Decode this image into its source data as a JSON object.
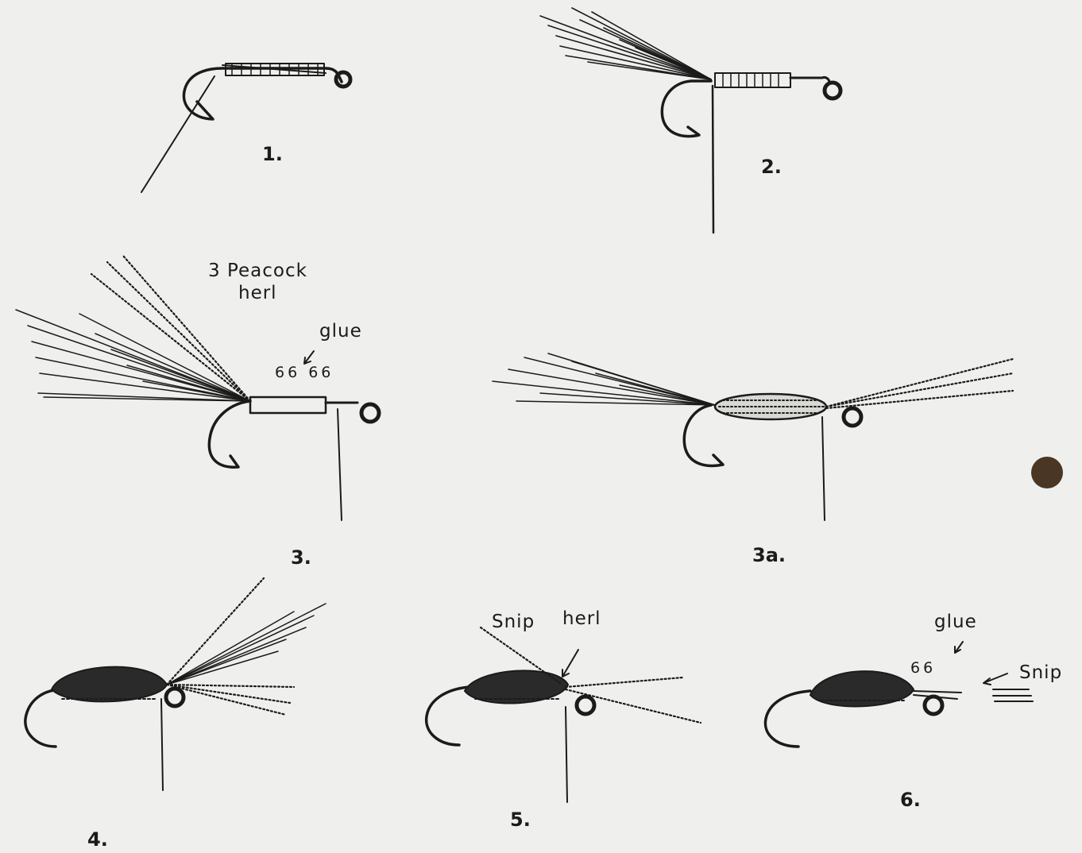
{
  "steps": [
    {
      "id": "1",
      "label": "1."
    },
    {
      "id": "2",
      "label": "2."
    },
    {
      "id": "3",
      "label": "3."
    },
    {
      "id": "3a",
      "label": "3a."
    },
    {
      "id": "4",
      "label": "4."
    },
    {
      "id": "5",
      "label": "5."
    },
    {
      "id": "6",
      "label": "6."
    }
  ],
  "annotations": {
    "peacock_line1": "3 Peacock",
    "peacock_line2": "herl",
    "glue_step3": "glue",
    "glue_drops_step3": "66 66",
    "snip_step5": "Snip",
    "herl_step5": "herl",
    "glue_step6": "glue",
    "glue_drops_step6": "66",
    "snip_step6": "Snip"
  },
  "colors": {
    "paper": "#efefed",
    "ink": "#1b1b1b",
    "dot": "#4a3624"
  }
}
